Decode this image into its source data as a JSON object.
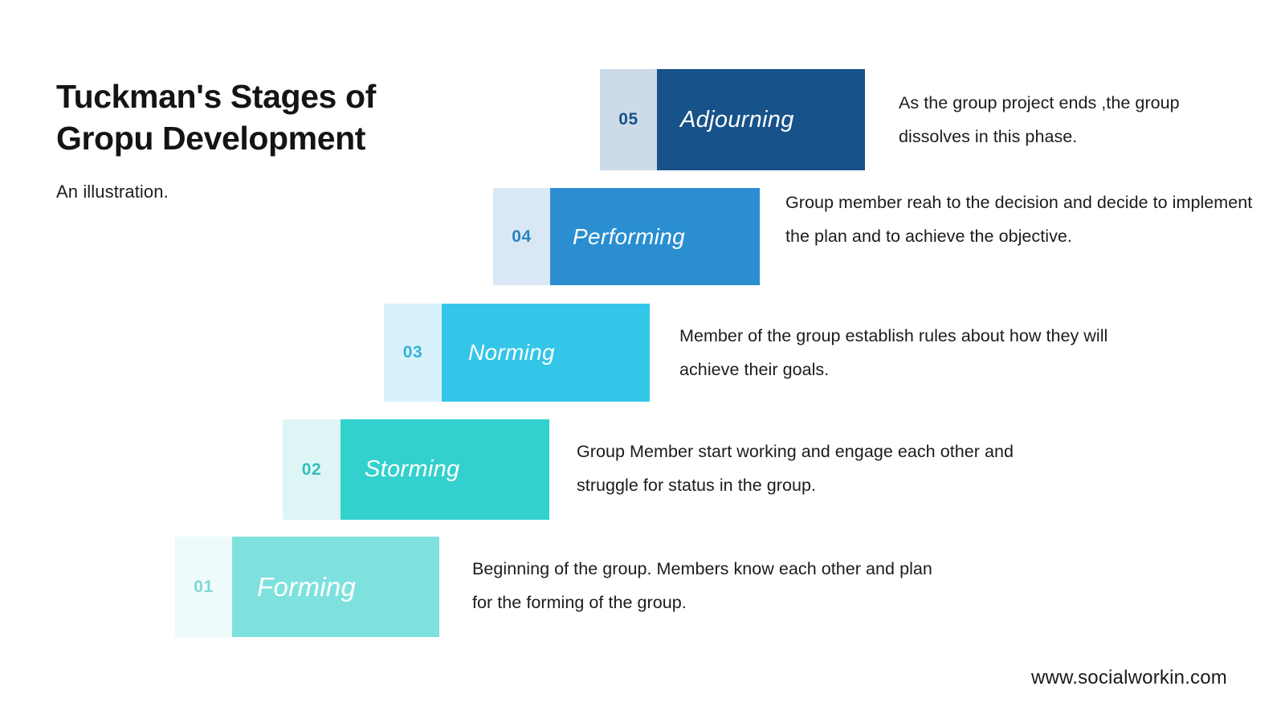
{
  "header": {
    "title": "Tuckman's Stages of\nGropu Development",
    "subtitle": "An illustration."
  },
  "footer": {
    "website": "www.socialworkin.com"
  },
  "colors": {
    "stage01_bar": "#7ee1dd",
    "stage01_num_bg": "#eefbfa",
    "stage01_num_fg": "#7ee1dd",
    "stage02_bar": "#33d1cd",
    "stage02_num_bg": "#ddf6f5",
    "stage02_num_fg": "#33bfbd",
    "stage03_bar": "#33c6e9",
    "stage03_num_bg": "#d9f1fa",
    "stage03_num_fg": "#33b4d8",
    "stage04_bar": "#2a8ed1",
    "stage04_num_bg": "#d9e8f4",
    "stage04_num_fg": "#2a82c2",
    "stage05_bar": "#17528a",
    "stage05_num_bg": "#cddbe8",
    "stage05_num_fg": "#17528a",
    "text": "#1a1a1a"
  },
  "stages": [
    {
      "number": "05",
      "label": "Adjourning",
      "description": "As the group project ends ,the group dissolves in this phase."
    },
    {
      "number": "04",
      "label": "Performing",
      "description": "Group member reah to the decision and decide to implement the plan and to achieve the objective."
    },
    {
      "number": "03",
      "label": "Norming",
      "description": "Member of the group establish rules about how they will achieve their goals."
    },
    {
      "number": "02",
      "label": "Storming",
      "description": "Group Member start working and engage each other and struggle for status in the group."
    },
    {
      "number": "01",
      "label": "Forming",
      "description": "Beginning of the group. Members know each other and plan for the forming of the group."
    }
  ]
}
